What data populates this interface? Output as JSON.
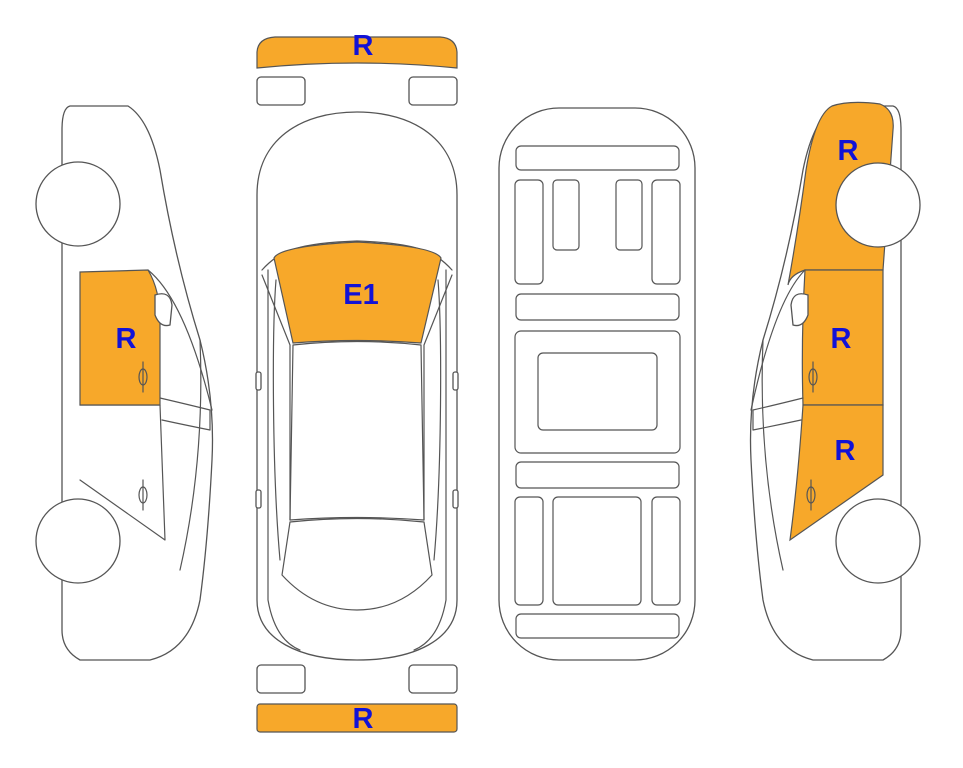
{
  "colors": {
    "damage_fill": "#F7A82A",
    "label_color": "#1212D6",
    "outline": "#555555",
    "background": "#FFFFFF"
  },
  "damage_labels": {
    "front_bumper": "R",
    "windshield": "E1",
    "rear_bumper": "R",
    "left_front_door": "R",
    "right_front_fender": "R",
    "right_front_door": "R",
    "right_rear_door": "R"
  }
}
